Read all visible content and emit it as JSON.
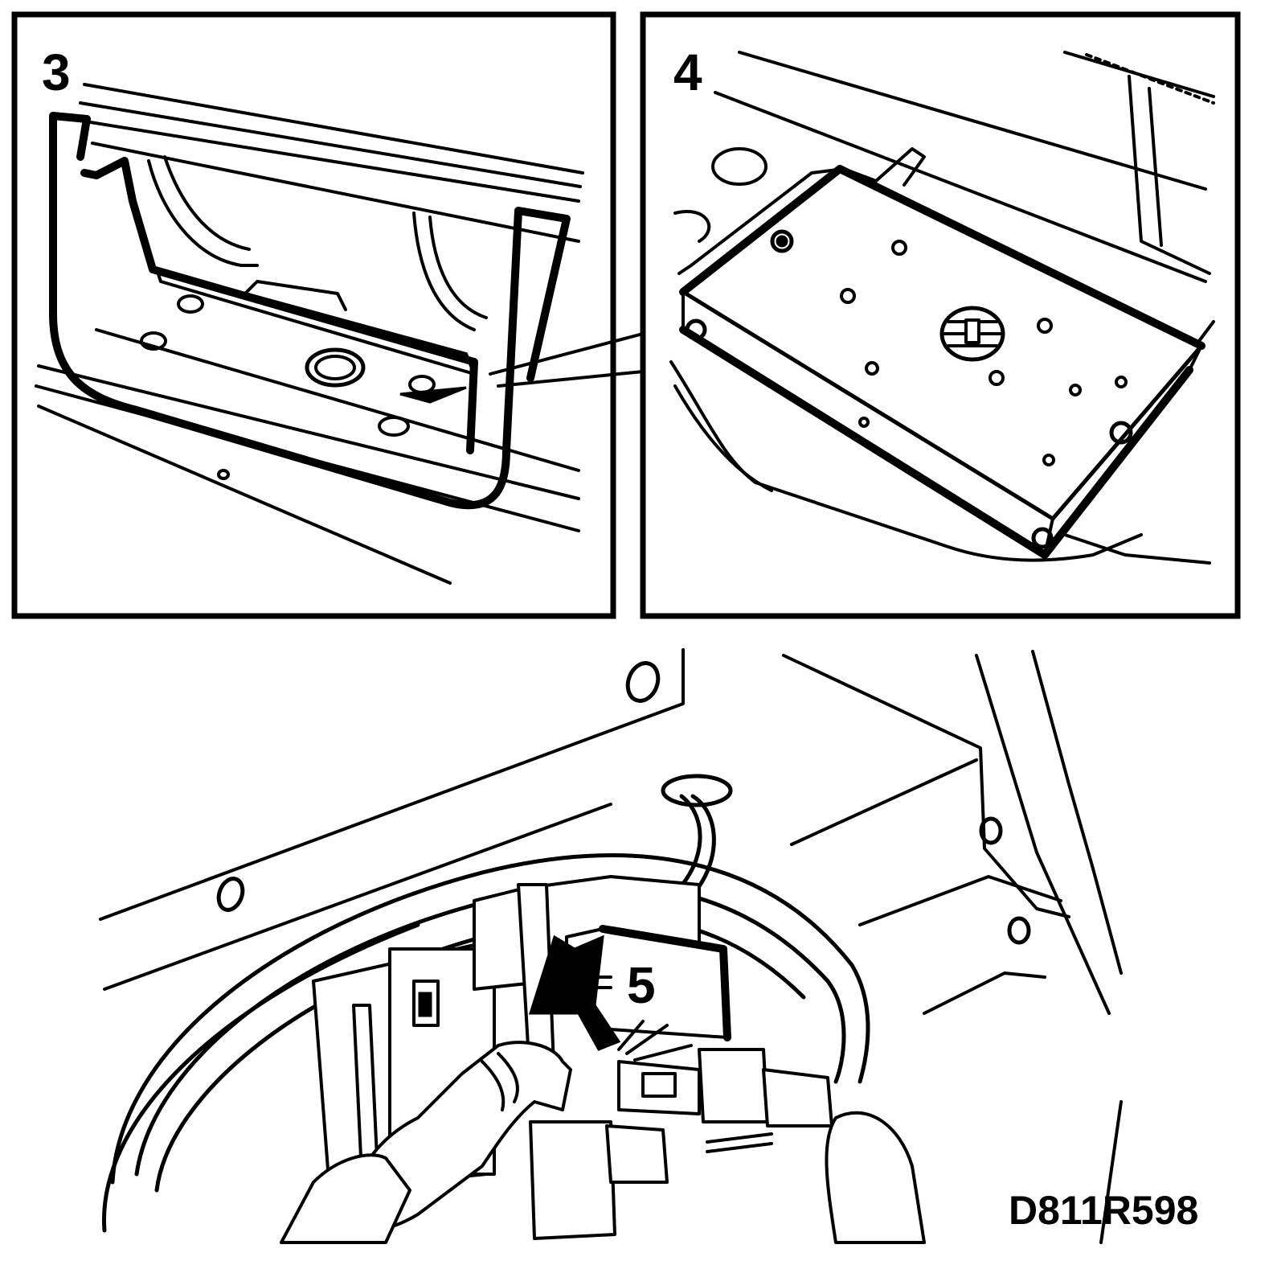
{
  "panels": [
    {
      "step_label": "3"
    },
    {
      "step_label": "4"
    },
    {
      "step_label": "5"
    }
  ],
  "figure_code": "D811R598",
  "colors": {
    "line": "#000000",
    "background": "#ffffff"
  }
}
